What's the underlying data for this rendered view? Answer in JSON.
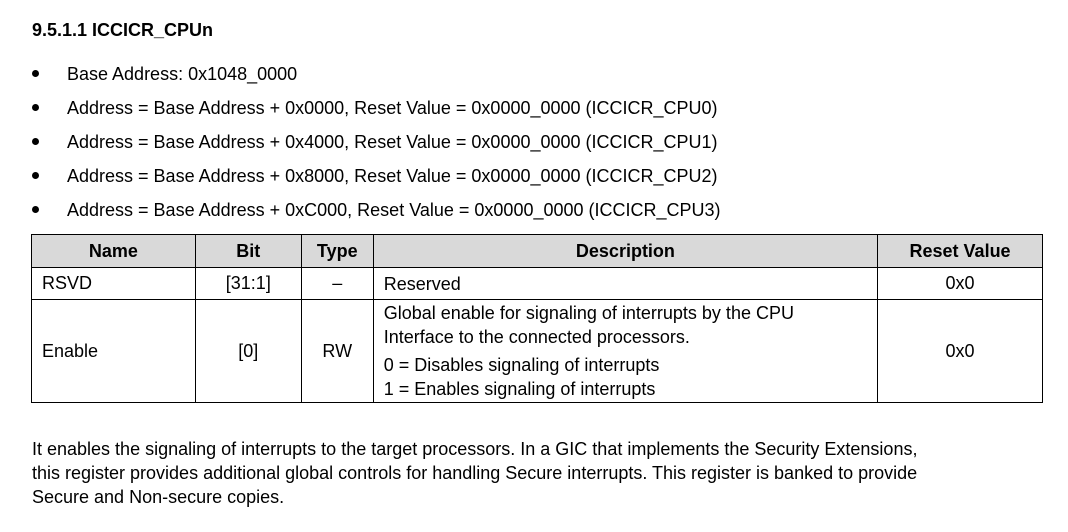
{
  "heading": "9.5.1.1 ICCICR_CPUn",
  "bullets": [
    "Base Address: 0x1048_0000",
    "Address = Base Address + 0x0000, Reset Value = 0x0000_0000 (ICCICR_CPU0)",
    "Address = Base Address + 0x4000, Reset Value = 0x0000_0000 (ICCICR_CPU1)",
    "Address = Base Address + 0x8000, Reset Value = 0x0000_0000 (ICCICR_CPU2)",
    "Address = Base Address + 0xC000, Reset Value = 0x0000_0000 (ICCICR_CPU3)"
  ],
  "table": {
    "headers": [
      "Name",
      "Bit",
      "Type",
      "Description",
      "Reset Value"
    ],
    "rows": [
      {
        "name": "RSVD",
        "bit": "[31:1]",
        "type": "–",
        "description": [
          "Reserved"
        ],
        "reset": "0x0"
      },
      {
        "name": "Enable",
        "bit": "[0]",
        "type": "RW",
        "description": [
          "Global enable for signaling of interrupts by the CPU",
          "Interface to the connected processors.",
          "0 = Disables signaling of interrupts",
          "1 = Enables signaling of interrupts"
        ],
        "reset": "0x0"
      }
    ]
  },
  "paragraph": [
    "It enables the signaling of interrupts to the target processors. In a GIC that implements the Security Extensions,",
    "this register provides additional global controls for handling Secure interrupts. This register is banked to provide",
    "Secure and Non-secure copies."
  ]
}
